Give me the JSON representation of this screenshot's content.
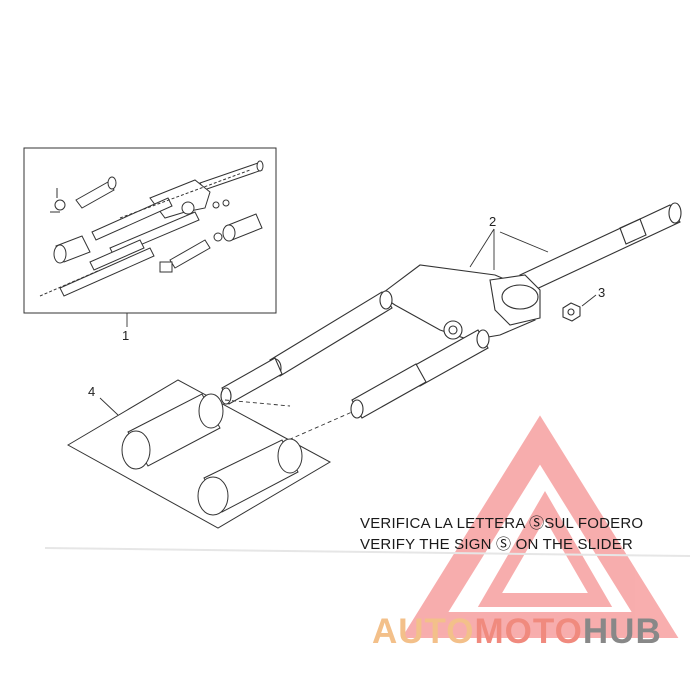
{
  "callouts": [
    "1",
    "2",
    "3",
    "4"
  ],
  "notes": {
    "line_it_before": "VERIFICA LA LETTERA ",
    "line_it_after": "SUL FODERO",
    "line_en_before": "VERIFY THE SIGN ",
    "line_en_after": " ON THE SLIDER",
    "sign_glyph": "Ⓢ"
  },
  "watermark": {
    "part1": "AUTO",
    "part2": "MOTO",
    "part3": "HUB",
    "colors": {
      "part1": "#f3c08a",
      "part2": "#f08a7e",
      "part3": "#888888",
      "triangle": "#f26b6b"
    }
  },
  "colors": {
    "line": "#333333",
    "paper": "#ffffff"
  }
}
